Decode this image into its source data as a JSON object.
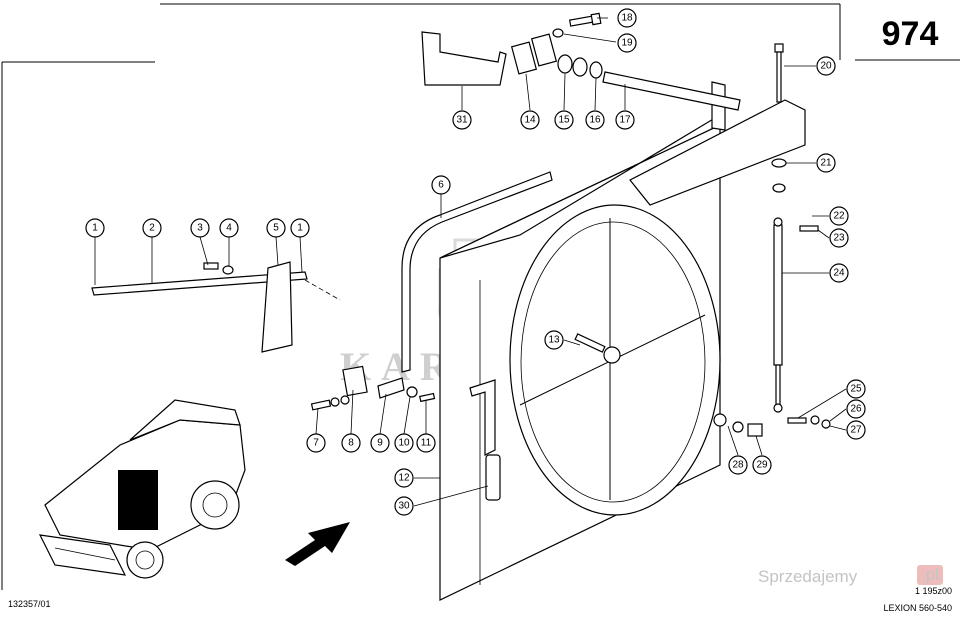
{
  "page_number": "974",
  "drawing_code": "132357/01",
  "revision": "1 195z00",
  "model": "LEXION 560-540",
  "watermark": "KARETINA",
  "site_logo": "Sprzedajemy",
  "site_logo_suffix": ".pl",
  "callouts": [
    {
      "id": "c1a",
      "label": "1"
    },
    {
      "id": "c2",
      "label": "2"
    },
    {
      "id": "c3",
      "label": "3"
    },
    {
      "id": "c4",
      "label": "4"
    },
    {
      "id": "c5",
      "label": "5"
    },
    {
      "id": "c1b",
      "label": "1"
    },
    {
      "id": "c6",
      "label": "6"
    },
    {
      "id": "c7",
      "label": "7"
    },
    {
      "id": "c8",
      "label": "8"
    },
    {
      "id": "c9",
      "label": "9"
    },
    {
      "id": "c10",
      "label": "10"
    },
    {
      "id": "c11",
      "label": "11"
    },
    {
      "id": "c12",
      "label": "12"
    },
    {
      "id": "c13",
      "label": "13"
    },
    {
      "id": "c14",
      "label": "14"
    },
    {
      "id": "c15",
      "label": "15"
    },
    {
      "id": "c16",
      "label": "16"
    },
    {
      "id": "c17",
      "label": "17"
    },
    {
      "id": "c18",
      "label": "18"
    },
    {
      "id": "c19",
      "label": "19"
    },
    {
      "id": "c20",
      "label": "20"
    },
    {
      "id": "c21",
      "label": "21"
    },
    {
      "id": "c22",
      "label": "22"
    },
    {
      "id": "c23",
      "label": "23"
    },
    {
      "id": "c24",
      "label": "24"
    },
    {
      "id": "c25",
      "label": "25"
    },
    {
      "id": "c26",
      "label": "26"
    },
    {
      "id": "c27",
      "label": "27"
    },
    {
      "id": "c28",
      "label": "28"
    },
    {
      "id": "c29",
      "label": "29"
    },
    {
      "id": "c30",
      "label": "30"
    },
    {
      "id": "c31",
      "label": "31"
    }
  ]
}
